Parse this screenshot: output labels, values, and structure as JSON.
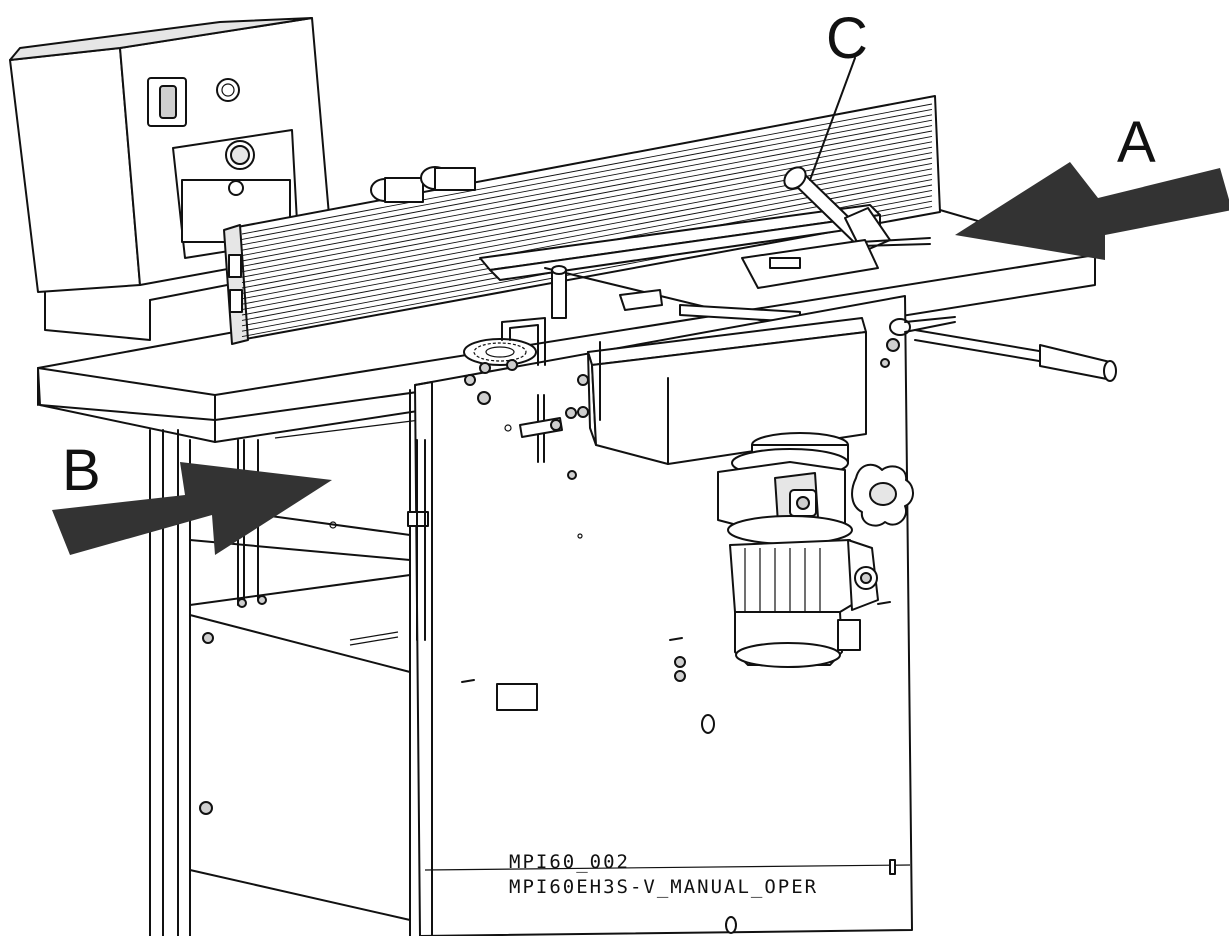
{
  "callouts": {
    "a": "A",
    "b": "B",
    "c": "C"
  },
  "drawing_codes": {
    "line1": "MPI60_002",
    "line2": "MPI60EH3S-V_MANUAL_OPER"
  },
  "colors": {
    "arrow_fill": "#333333",
    "line": "#111111",
    "background": "#ffffff"
  }
}
